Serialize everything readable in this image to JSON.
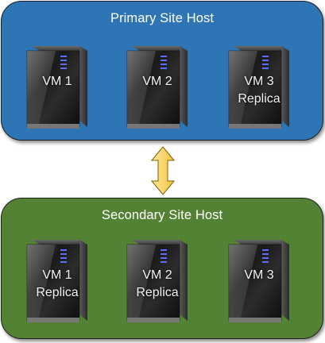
{
  "primary_site": {
    "title": "Primary Site Host",
    "color": "#2e75b6",
    "vms": [
      {
        "name": "VM 1",
        "sub": ""
      },
      {
        "name": "VM 2",
        "sub": ""
      },
      {
        "name": "VM 3",
        "sub": "Replica"
      }
    ]
  },
  "secondary_site": {
    "title": "Secondary Site Host",
    "color": "#548235",
    "vms": [
      {
        "name": "VM 1",
        "sub": "Replica"
      },
      {
        "name": "VM 2",
        "sub": "Replica"
      },
      {
        "name": "VM 3",
        "sub": ""
      }
    ]
  },
  "connector": {
    "icon": "double-arrow-icon",
    "color": "#ffd966"
  },
  "server_icon": "server-tower-icon"
}
